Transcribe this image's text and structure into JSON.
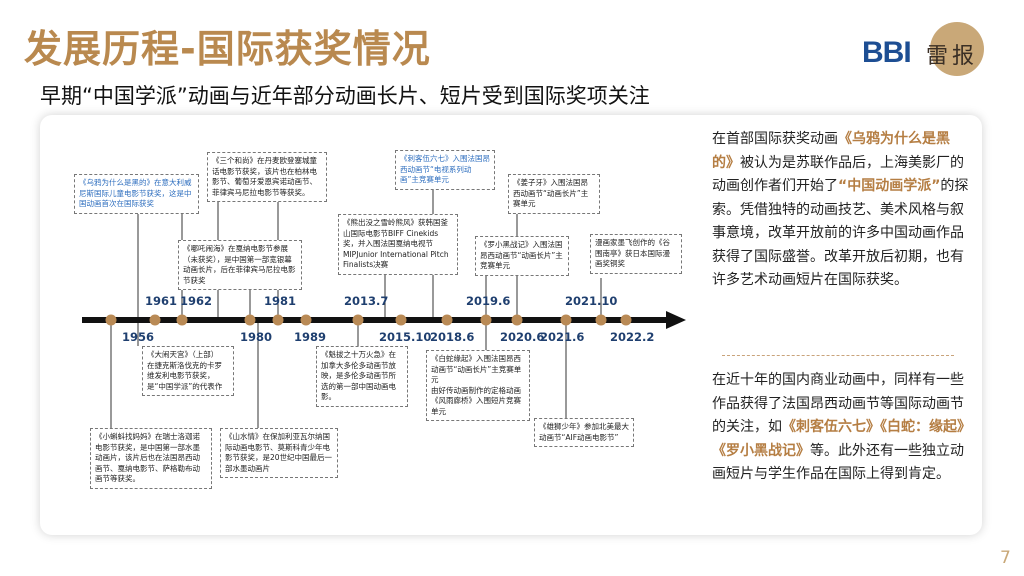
{
  "header": {
    "title": "发展历程-国际获奖情况",
    "subtitle": "早期“中国学派”动画与近年部分动画长片、短片受到国际奖项关注",
    "logo_text": "BBI",
    "logo_cn": "雷报"
  },
  "timeline": {
    "years": [
      "1956",
      "1961",
      "1962",
      "1980",
      "1981",
      "1989",
      "2013.7",
      "2015.10",
      "2018.6",
      "2019.6",
      "2020.6",
      "2021.6",
      "2021.10",
      "2022.2"
    ],
    "notes": [
      {
        "parts": [
          {
            "t": "《乌鸦为什么是黑的》在意大利威尼斯国际儿童电影节获奖，这是中国动画首次在国际获奖",
            "hl": true
          }
        ]
      },
      {
        "parts": [
          {
            "t": "《三个和尚》在丹麦欧登塞城童话电影节获奖，该片也在柏林电影节、葡萄牙爱恩宾诺动画节、菲律宾马尼拉电影节等获奖。",
            "hl": false
          }
        ]
      },
      {
        "parts": [
          {
            "t": "《哪吒闹海》在戛纳电影节参展（未获奖），是中国第一部宽银幕动画长片，后在菲律宾马尼拉电影节获奖",
            "hl": false
          }
        ]
      },
      {
        "parts": [
          {
            "t": "《刺客伍六七》入围法国昂西动画节“电视系列动画”主竞赛单元",
            "hl": true
          }
        ]
      },
      {
        "parts": [
          {
            "t": "《熊出没之雪岭熊风》获韩国釜山国际电影节BIFF Cinekids奖，并入围法国戛纳电视节MIPJunior International Pitch Finalists决赛",
            "hl": false
          }
        ]
      },
      {
        "parts": [
          {
            "t": "《姜子牙》入围法国昂西动画节“动画长片”主赛单元",
            "hl": false
          }
        ]
      },
      {
        "parts": [
          {
            "t": "《罗小黑战记》入围法国昂西动画节“动画长片”主竞赛单元",
            "hl": false
          }
        ]
      },
      {
        "parts": [
          {
            "t": "漫画家墨飞创作的《谷围南亭》获日本国际漫画奖铜奖",
            "hl": false
          }
        ]
      },
      {
        "parts": [
          {
            "t": "《大闹天宫》（上部）",
            "hl": false
          },
          {
            "t": "在捷克斯洛伐克的卡罗维发利电影节获奖，是“中国学派”的代表作",
            "hl": false
          }
        ]
      },
      {
        "parts": [
          {
            "t": "《小蝌蚪找妈妈》在瑞士洛迦诺电影节获奖，是中国第一部水墨动画片，该片后也在法国昂西动画节、戛纳电影节、萨格勒布动画节等获奖。",
            "hl": false
          }
        ]
      },
      {
        "parts": [
          {
            "t": "《山水情》在保加利亚瓦尔纳国际动画电影节、莫斯科青少年电影节获奖，是20世纪中国最后一部水墨动画片",
            "hl": false
          }
        ]
      },
      {
        "parts": [
          {
            "t": "《魁拔之十万火急》在加拿大多伦多动画节放映，是多伦多动画节所选的第一部中国动画电影。",
            "hl": false
          }
        ]
      },
      {
        "parts": [
          {
            "t": "《白蛇缘起》入围法国昂西动画节“动画长片”主竞赛单元",
            "hl": false
          },
          {
            "t": "由好传动画制作的定格动画《风雨廊桥》入围短片竞赛单元",
            "hl": false
          }
        ]
      },
      {
        "parts": [
          {
            "t": "《雄狮少年》参加北美最大动画节“AIF动画电影节”",
            "hl": false
          }
        ]
      }
    ]
  },
  "right": {
    "para1": [
      {
        "t": "在首部国际获奖动画",
        "hl": false
      },
      {
        "t": "《乌鸦为什么是黑的》",
        "hl": true
      },
      {
        "t": "被认为是苏联作品后，上海美影厂的动画创作者们开始了",
        "hl": false
      },
      {
        "t": "“中国动画学派”",
        "hl": true
      },
      {
        "t": "的探索。凭借独特的动画技艺、美术风格与叙事意境，改革开放前的许多中国动画作品获得了国际盛誉。改革开放后初期，也有许多艺术动画短片在国际获奖。",
        "hl": false
      }
    ],
    "para2": [
      {
        "t": "在近十年的国内商业动画中，同样有一些作品获得了法国昂西动画节等国际动画节的关注，如",
        "hl": false
      },
      {
        "t": "《刺客伍六七》《白蛇：缘起》《罗小黑战记》",
        "hl": true
      },
      {
        "t": "等。此外还有一些独立动画短片与学生作品在国际上得到肯定。",
        "hl": false
      }
    ]
  },
  "page_number": "7",
  "colors": {
    "title": "#b9894f",
    "accent_text": "#b57e43",
    "timeline_dot": "#b98a55",
    "note_highlight": "#2f6fbf",
    "year": "#1f3f6f"
  }
}
